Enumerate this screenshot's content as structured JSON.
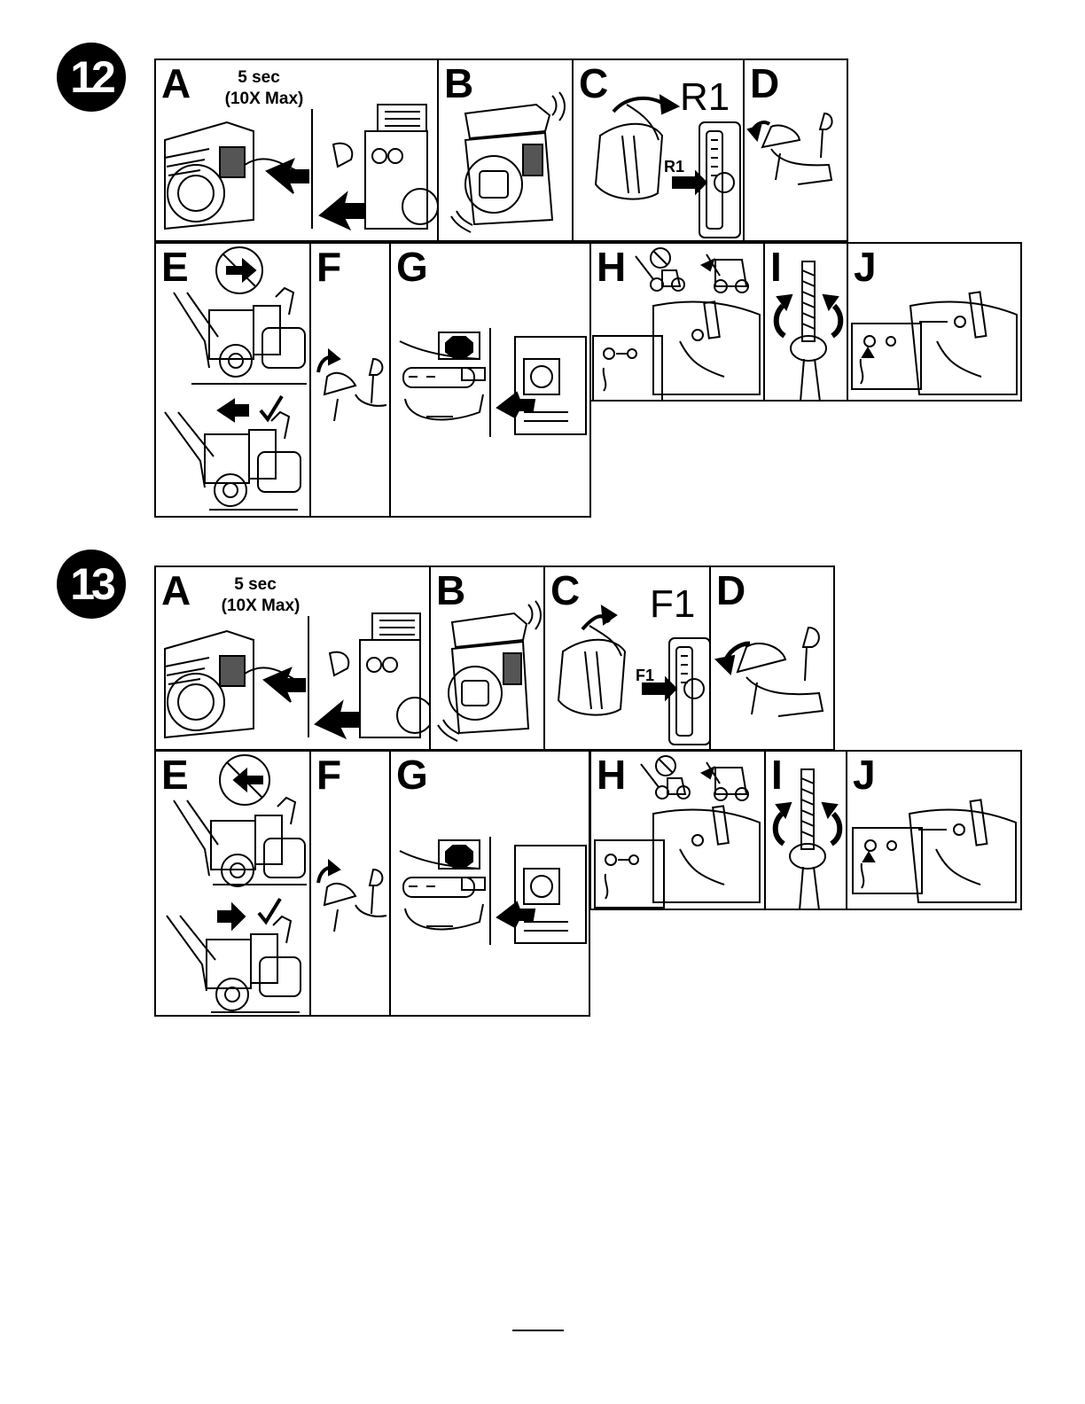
{
  "sections": [
    {
      "number": "12",
      "panels": {
        "A": {
          "letter": "A",
          "time": "5 sec",
          "max": "(10X Max)"
        },
        "B": {
          "letter": "B"
        },
        "C": {
          "letter": "C",
          "code_large": "R1",
          "code_small": "R1"
        },
        "D": {
          "letter": "D"
        },
        "E": {
          "letter": "E"
        },
        "F": {
          "letter": "F"
        },
        "G": {
          "letter": "G"
        },
        "H": {
          "letter": "H"
        },
        "I": {
          "letter": "I"
        },
        "J": {
          "letter": "J"
        }
      }
    },
    {
      "number": "13",
      "panels": {
        "A": {
          "letter": "A",
          "time": "5 sec",
          "max": "(10X Max)"
        },
        "B": {
          "letter": "B"
        },
        "C": {
          "letter": "C",
          "code_large": "F1",
          "code_small": "F1"
        },
        "D": {
          "letter": "D"
        },
        "E": {
          "letter": "E"
        },
        "F": {
          "letter": "F"
        },
        "G": {
          "letter": "G"
        },
        "H": {
          "letter": "H"
        },
        "I": {
          "letter": "I"
        },
        "J": {
          "letter": "J"
        }
      }
    }
  ]
}
